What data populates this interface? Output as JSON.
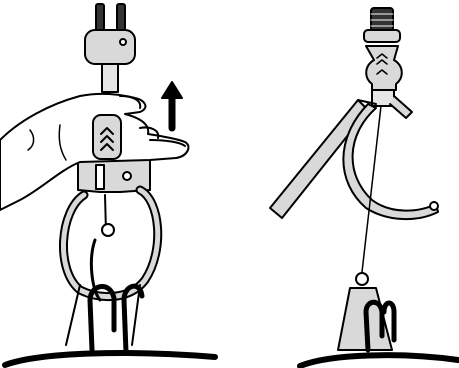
{
  "figure": {
    "panels": [
      {
        "id": "left",
        "arrow_direction": "up",
        "hand_present": true
      },
      {
        "id": "right",
        "arrow_direction": null,
        "hand_present": false
      }
    ],
    "colors": {
      "ink": "#000000",
      "device_fill": "#d9d9d9",
      "device_dark": "#8a8a8a",
      "background": "#ffffff"
    }
  }
}
